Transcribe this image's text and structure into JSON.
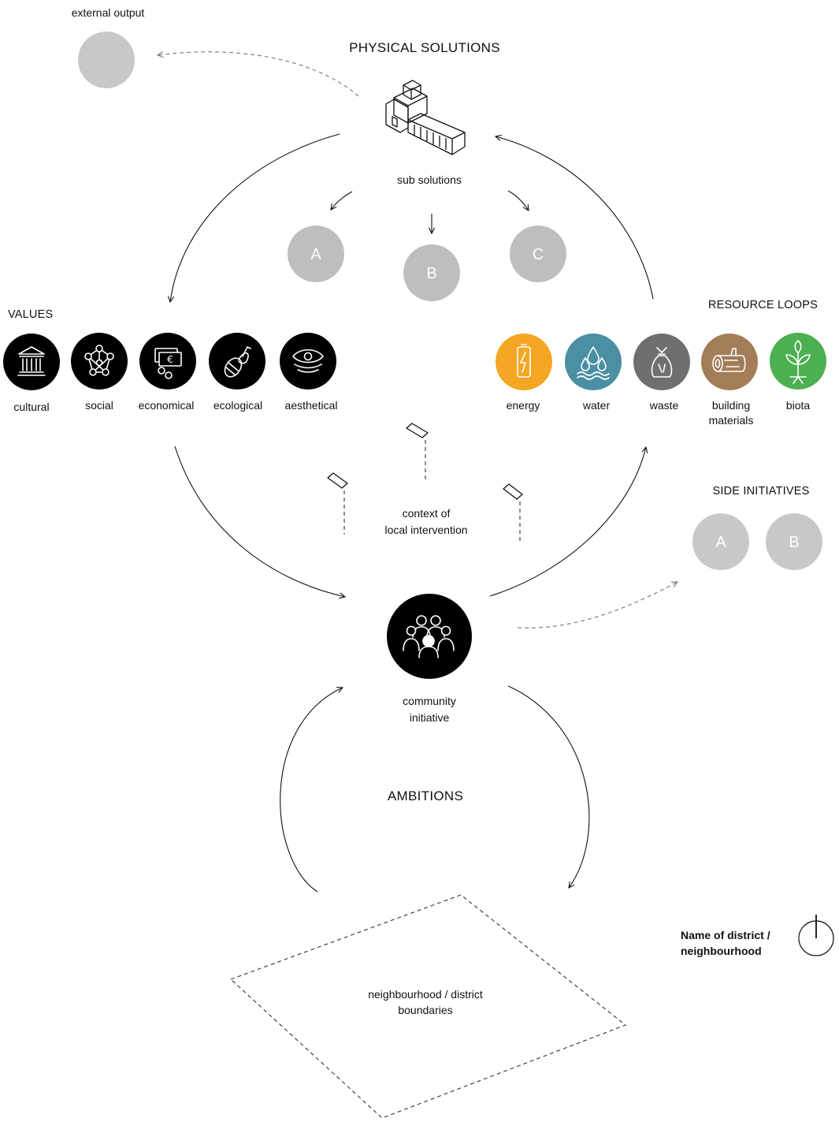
{
  "labels": {
    "external_output": "external output",
    "physical_solutions": "PHYSICAL SOLUTIONS",
    "sub_solutions": "sub solutions",
    "values_heading": "VALUES",
    "resource_loops_heading": "RESOURCE LOOPS",
    "side_initiatives_heading": "SIDE INITIATIVES",
    "context_line1": "context of",
    "context_line2": "local intervention",
    "community_line1": "community",
    "community_line2": "initiative",
    "ambitions": "AMBITIONS",
    "boundary_line1": "neighbourhood / district",
    "boundary_line2": "boundaries",
    "district_line1": "Name of district /",
    "district_line2": "neighbourhood"
  },
  "sub_solutions": [
    "A",
    "B",
    "C"
  ],
  "side_initiatives": [
    "A",
    "B"
  ],
  "values": [
    {
      "label": "cultural",
      "icon": "museum-icon"
    },
    {
      "label": "social",
      "icon": "network-icon"
    },
    {
      "label": "economical",
      "icon": "euro-banknote-icon"
    },
    {
      "label": "ecological",
      "icon": "bee-icon"
    },
    {
      "label": "aesthetical",
      "icon": "eye-icon"
    }
  ],
  "resource_loops": [
    {
      "label": "energy",
      "icon": "battery-icon",
      "color": "#F5A623"
    },
    {
      "label": "water",
      "icon": "water-drops-icon",
      "color": "#4A8FA3"
    },
    {
      "label": "waste",
      "icon": "trash-bag-icon",
      "color": "#6F6F6F"
    },
    {
      "label_line1": "building",
      "label_line2": "materials",
      "icon": "log-icon",
      "color": "#A27D58"
    },
    {
      "label": "biota",
      "icon": "sprout-icon",
      "color": "#4CAF50"
    }
  ],
  "colors": {
    "grey_circle": "#C8C8C8",
    "sub_solution_circle": "#BEBEBE",
    "black": "#000000"
  }
}
